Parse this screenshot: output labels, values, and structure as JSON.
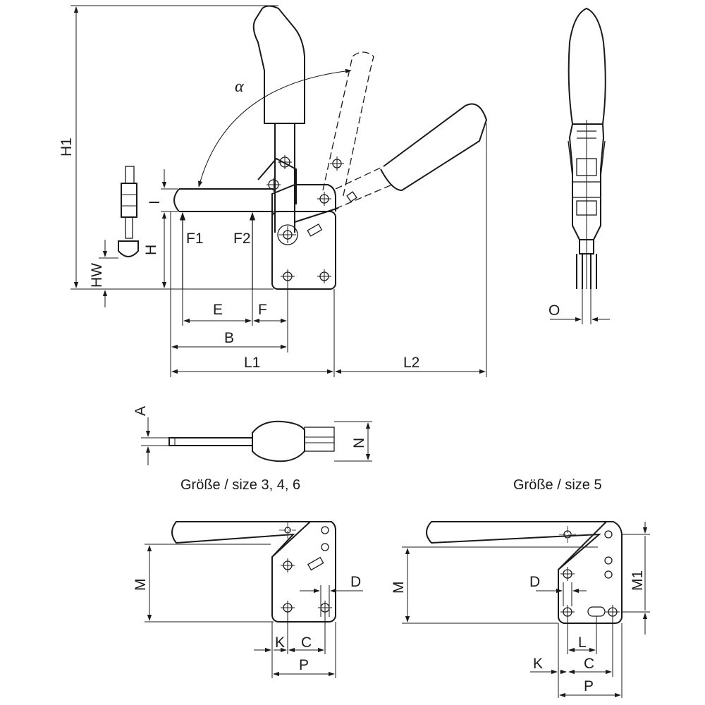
{
  "labels": {
    "H1": "H1",
    "alpha": "α",
    "I": "I",
    "H": "H",
    "HW": "HW",
    "F1": "F1",
    "F2": "F2",
    "E": "E",
    "F": "F",
    "B": "B",
    "L1": "L1",
    "L2": "L2",
    "O": "O",
    "A": "A",
    "N": "N",
    "M": "M",
    "D": "D",
    "K": "K",
    "C": "C",
    "P": "P",
    "M_5": "M",
    "D_5": "D",
    "L_5": "L",
    "K_5": "K",
    "C_5": "C",
    "P_5": "P",
    "M1": "M1"
  },
  "captions": {
    "size_346": "Größe / size 3, 4, 6",
    "size_5": "Größe / size 5"
  }
}
